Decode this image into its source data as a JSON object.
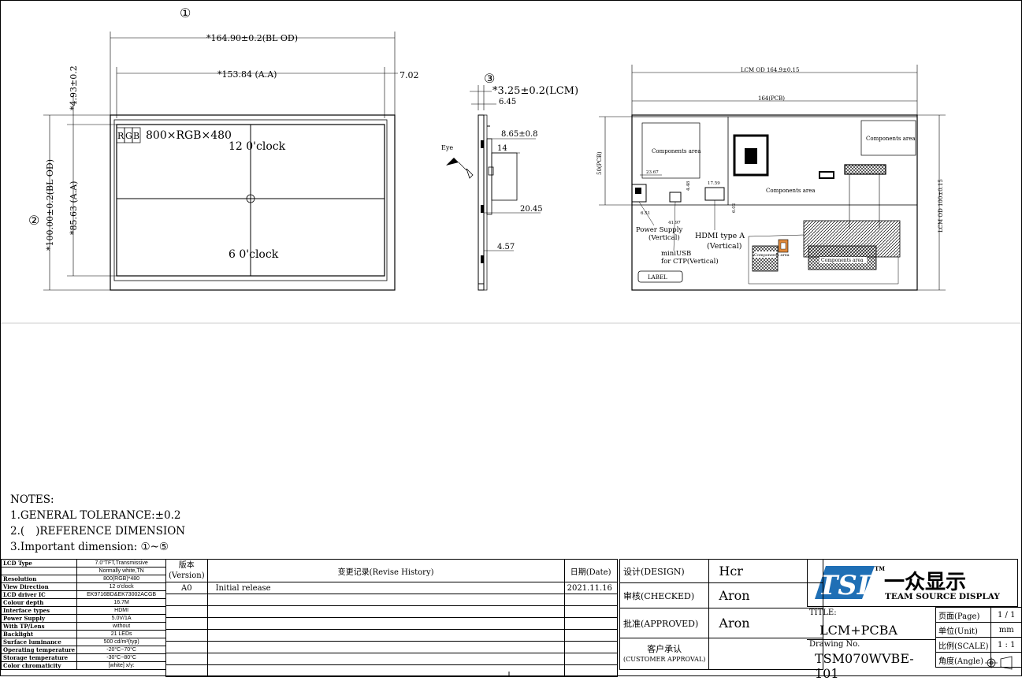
{
  "dimensions": {
    "bl_od_width": "*164.90±0.2(BL OD)",
    "aa_width": "*153.84 (A.A)",
    "right_offset": "7.02",
    "top_offset": "*4.93±0.2",
    "bl_od_height": "*100.00±0.2(BL OD)",
    "aa_height": "*85.63 (A.A)",
    "lcm_thickness": "*3.25±0.2(LCM)",
    "side_6_45": "6.45",
    "side_8_65": "8.65±0.8",
    "side_14": "14",
    "side_20_45": "20.45",
    "side_4_57": "4.57",
    "pcb_lcm_od": "LCM OD 164.9±0.15",
    "pcb_width": "164(PCB)",
    "pcb_height": "50(PCB)",
    "pcb_lcm_od_h": "LCM OD 100±0.15"
  },
  "callouts": {
    "c1": "①",
    "c2": "②",
    "c3": "③"
  },
  "front": {
    "rgb_r": "R",
    "rgb_g": "G",
    "rgb_b": "B",
    "resolution": "800×RGB×480",
    "clock12": "12 0'clock",
    "clock6": "6 0'clock"
  },
  "side": {
    "eye": "Eye"
  },
  "pcb": {
    "comp1": "Components area",
    "comp2": "Components area",
    "comp3": "Components area",
    "comp4": "Components area",
    "comp5": "Components area",
    "power_l1": "Power Supply",
    "power_l2": "(Vertical)",
    "usb_l1": "miniUSB",
    "usb_l2": "for CTP(Vertical)",
    "hdmi_l1": "HDMI type A",
    "hdmi_l2": "(Vertical)",
    "label": "LABEL",
    "d1": "23.67",
    "d2": "17.59",
    "d3": "41.97",
    "d4": "4.48",
    "d5": "6.51",
    "d6": "6.02"
  },
  "notes": {
    "title": "NOTES:",
    "n1": "1.GENERAL TOLERANCE:±0.2",
    "n2a": "2.(",
    "n2b": ")REFERENCE DIMENSION",
    "n3": "3.Important dimension: ①~⑤"
  },
  "spec": [
    {
      "k": "LCD Type",
      "v": "7.0\"TFT,Transmissive"
    },
    {
      "k": "",
      "v": "Normally white,TN"
    },
    {
      "k": "Resolution",
      "v": "800(RGB)*480"
    },
    {
      "k": "View Direction",
      "v": "12 o'clock"
    },
    {
      "k": "LCD driver IC",
      "v": "EK9716BD&EK73002ACGB"
    },
    {
      "k": "Colour depth",
      "v": "16.7M"
    },
    {
      "k": "Interface types",
      "v": "HDMI"
    },
    {
      "k": "Power Supply",
      "v": "5.0V/1A"
    },
    {
      "k": "With TP/Lens",
      "v": "without"
    },
    {
      "k": "Backlight",
      "v": "21 LEDs"
    },
    {
      "k": "Surface luminance",
      "v": "500 cd/m²(typ)"
    },
    {
      "k": "Operating temperature",
      "v": "-20°C~70°C"
    },
    {
      "k": "Storage temperature",
      "v": "-30°C~80°C"
    },
    {
      "k": "Color chromaticity",
      "v": "[white] x/y:"
    }
  ],
  "revision": {
    "h_version": "版本",
    "h_version2": "(Version)",
    "h_record": "变更记录(Revise History)",
    "h_date": "日期(Date)",
    "rows": [
      {
        "version": "A0",
        "record": "Initial release",
        "date": "2021.11.16"
      }
    ]
  },
  "approval": {
    "design_k": "设计(DESIGN)",
    "design_v": "Hcr",
    "checked_k": "审核(CHECKED)",
    "checked_v": "Aron",
    "approved_k": "批准(APPROVED)",
    "approved_v": "Aron",
    "customer_k1": "客户承认",
    "customer_k2": "(CUSTOMER APPROVAL)"
  },
  "brand": {
    "logo_letters": "TSD",
    "tm": "TM",
    "cn_name": "一众显示",
    "en_name": "TEAM SOURCE DISPLAY",
    "accent": "#1f6fb5"
  },
  "title_block": {
    "title_label": "TITLE:",
    "title_value": "LCM+PCBA",
    "drawing_label": "Drawing No.",
    "drawing_value": "TSM070WVBE-101",
    "page_k": "页面(Page)",
    "page_v": "1 / 1",
    "unit_k": "单位(Unit)",
    "unit_v": "mm",
    "scale_k": "比例(SCALE)",
    "scale_v": "1 : 1",
    "angle_k": "角度(Angle)"
  }
}
